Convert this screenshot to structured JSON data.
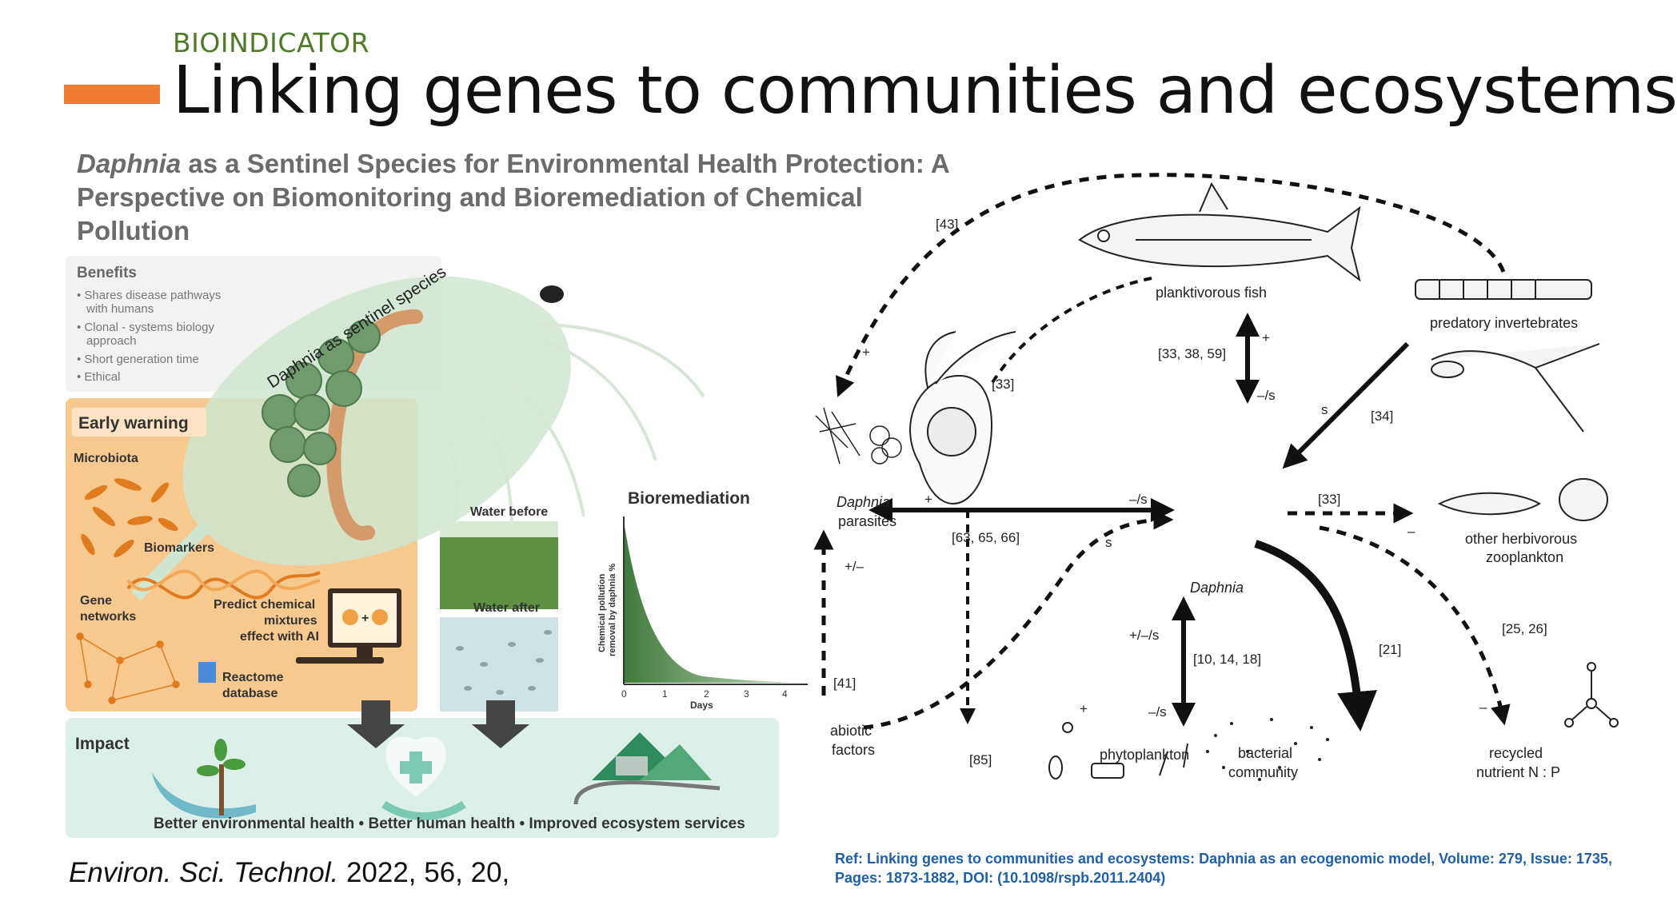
{
  "slide": {
    "kicker": "BIOINDICATOR",
    "title": "Linking genes to communities and ecosystems",
    "accent_color": "#ee7d31",
    "kicker_color": "#4f7a28"
  },
  "left_figure": {
    "paper_title_italic": "Daphnia",
    "paper_title_rest": " as a Sentinel Species for Environmental Health Protection: A Perspective on Biomonitoring and Bioremediation of Chemical Pollution",
    "sentinel_label": "Daphnia as sentinel species",
    "benefits": {
      "heading": "Benefits",
      "items": [
        "• Shares disease pathways",
        "with humans",
        "• Clonal - systems biology",
        "approach",
        "• Short generation time",
        "• Ethical"
      ]
    },
    "early_warning": {
      "heading": "Early warning",
      "microbiota": "Microbiota",
      "biomarkers": "Biomarkers",
      "gene_line1": "Gene",
      "gene_line2": "networks",
      "predict_line1": "Predict chemical",
      "predict_line2": "mixtures",
      "predict_line3": "effect with AI",
      "reactome_line1": "Reactome",
      "reactome_line2": "database"
    },
    "bioremediation": {
      "heading": "Bioremediation",
      "water_before": "Water before",
      "water_after": "Water after",
      "ylabel_line1": "Chemical pollution",
      "ylabel_line2": "removal by daphnia %",
      "xlabel": "Days",
      "xticks": [
        "0",
        "1",
        "2",
        "3",
        "4"
      ]
    },
    "impact": {
      "heading": "Impact",
      "caption": "Better environmental health  •  Better human health  •  Improved ecosystem services"
    }
  },
  "citation": {
    "journal": "Environ. Sci. Technol.",
    "details": " 2022, 56, 20,"
  },
  "right_diagram": {
    "nodes": {
      "fish": "planktivorous fish",
      "predators": "predatory invertebrates",
      "parasites_line1": "Daphnia",
      "parasites_line2": "parasites",
      "daphnia": "Daphnia",
      "herbivores_line1": "other herbivorous",
      "herbivores_line2": "zooplankton",
      "abiotic_line1": "abiotic",
      "abiotic_line2": "factors",
      "phytoplankton": "phytoplankton",
      "bacteria_line1": "bacterial",
      "bacteria_line2": "community",
      "nutrient_line1": "recycled",
      "nutrient_line2": "nutrient N : P"
    },
    "refs": {
      "r43": "[43]",
      "r33a": "[33]",
      "r333859": "[33, 38, 59]",
      "r34": "[34]",
      "r33b": "[33]",
      "r636566": "[63, 65, 66]",
      "r41": "[41]",
      "r85": "[85]",
      "r101418": "[10, 14, 18]",
      "r21": "[21]",
      "r2526": "[25, 26]"
    },
    "signs": {
      "plus1": "+",
      "plus2": "+",
      "minus_s1": "–/s",
      "s1": "s",
      "plus3": "+",
      "minus_s2": "–/s",
      "plusminus": "+/–",
      "s2": "s",
      "minus1": "–",
      "pm_s": "+/–/s",
      "plus4": "+",
      "minus_s3": "–/s",
      "minus2": "–"
    }
  },
  "reference": "Ref: Linking genes to communities and ecosystems: Daphnia as an ecogenomic model, Volume: 279, Issue: 1735, Pages: 1873-1882, DOI: (10.1098/rspb.2011.2404)"
}
